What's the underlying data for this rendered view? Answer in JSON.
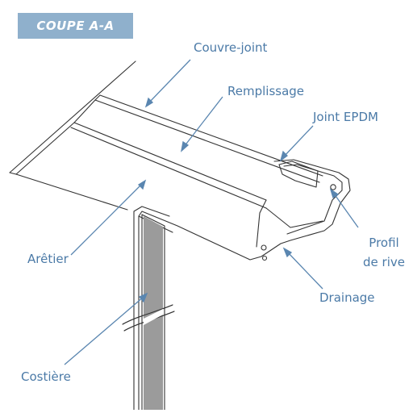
{
  "title": "COUPE A-A",
  "colors": {
    "badge_bg": "#8fb0cc",
    "label_text": "#4b7aa7",
    "leader_line": "#5a86b0",
    "drawing_line": "#333333",
    "costiere_fill": "#9b9b9b"
  },
  "labels": {
    "couvre_joint": "Couvre-joint",
    "remplissage": "Remplissage",
    "joint_epdm": "Joint EPDM",
    "profil_de_rive_line1": "Profil",
    "profil_de_rive_line2": "de rive",
    "arretier": "Arêtier",
    "drainage": "Drainage",
    "costiere": "Costière"
  }
}
